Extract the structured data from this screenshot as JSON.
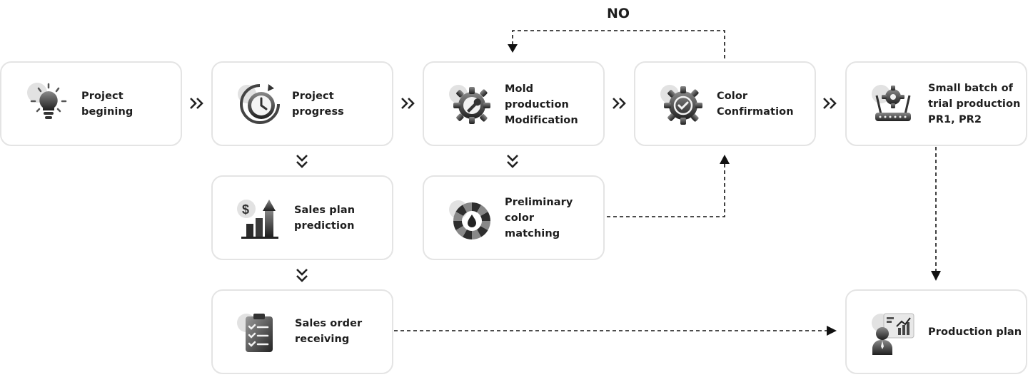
{
  "decision_label": "NO",
  "nodes": {
    "project_begining": {
      "label": "Project\nbegining",
      "icon": "lightbulb-icon"
    },
    "project_progress": {
      "label": "Project\nprogress",
      "icon": "clock-progress-icon"
    },
    "mold_production": {
      "label": "Mold\nproduction\nModification",
      "icon": "gear-wrench-icon"
    },
    "color_confirmation": {
      "label": "Color\nConfirmation",
      "icon": "gear-check-icon"
    },
    "small_batch": {
      "label": "Small batch of\ntrial production\nPR1, PR2",
      "icon": "conveyor-gear-icon"
    },
    "sales_plan": {
      "label": "Sales plan\nprediction",
      "icon": "dollar-growth-chart-icon"
    },
    "preliminary_color": {
      "label": "Preliminary\ncolor\nmatching",
      "icon": "color-wheel-drop-icon"
    },
    "sales_order": {
      "label": "Sales order\nreceiving",
      "icon": "clipboard-checklist-icon"
    },
    "production_plan": {
      "label": "Production plan",
      "icon": "presenter-chart-icon"
    }
  },
  "colors": {
    "border": "#e4e4e4",
    "text": "#1e1e1e",
    "icon_dark": "#2b2b2b",
    "icon_light": "#e2e2e2",
    "connector": "#111111"
  }
}
